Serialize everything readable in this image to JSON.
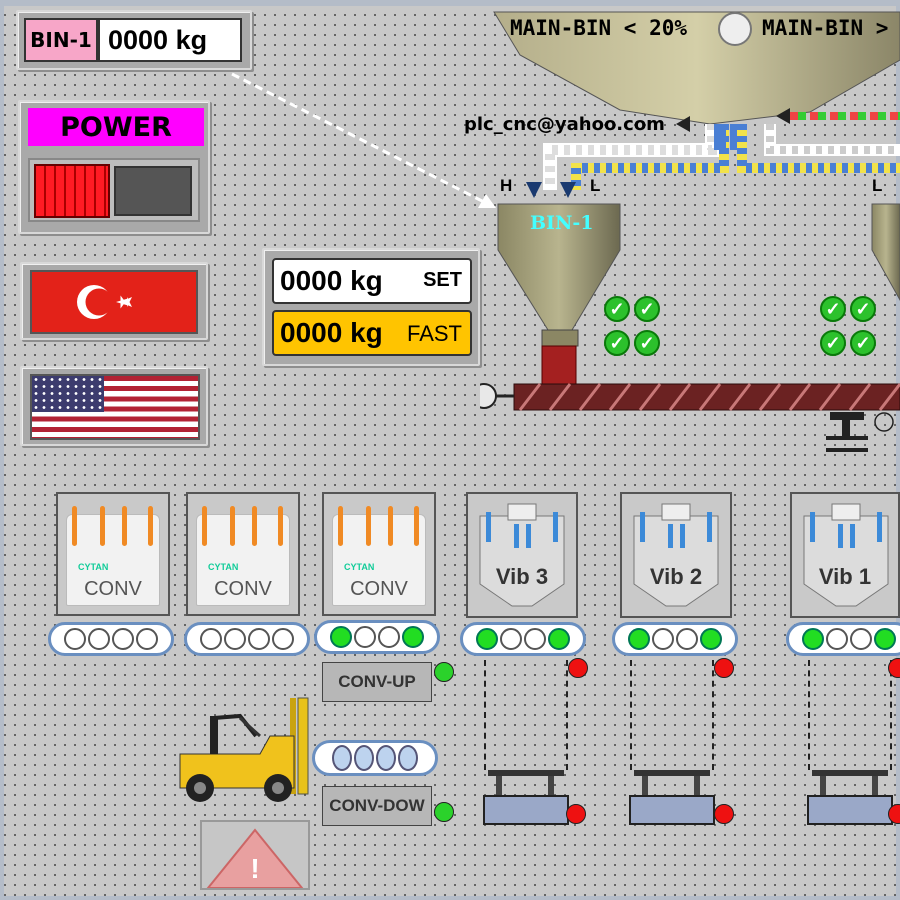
{
  "bin1": {
    "label": "BIN-1",
    "weight": "0000 kg"
  },
  "power": {
    "title": "POWER",
    "state": "off"
  },
  "flags": {
    "turkish": "turkish-flag",
    "us": "us-flag"
  },
  "setpoint": {
    "set_value": "0000 kg",
    "set_tag": "SET",
    "fast_value": "0000 kg",
    "fast_tag": "FAST"
  },
  "main_bin": {
    "low_text": "MAIN-BIN < 20%",
    "high_text": "MAIN-BIN >"
  },
  "contact_email": "plc_cnc@yahoo.com",
  "hopper_labels": {
    "high": "H",
    "low": "L",
    "low_right": "L"
  },
  "hopper_name": "BIN-1",
  "bags": [
    {
      "label": "CONV",
      "logo": "CYTAN",
      "rollers": [
        false,
        false,
        false,
        false
      ]
    },
    {
      "label": "CONV",
      "logo": "CYTAN",
      "rollers": [
        false,
        false,
        false,
        false
      ]
    },
    {
      "label": "CONV",
      "logo": "CYTAN",
      "rollers": [
        true,
        false,
        false,
        true
      ]
    }
  ],
  "vibrators": [
    {
      "label": "Vib 3",
      "rollers": [
        true,
        false,
        false,
        true
      ]
    },
    {
      "label": "Vib 2",
      "rollers": [
        true,
        false,
        false,
        true
      ]
    },
    {
      "label": "Vib 1",
      "rollers": [
        true,
        false,
        false,
        true
      ]
    }
  ],
  "buttons": {
    "conv_up": "CONV-UP",
    "conv_down": "CONV-DOW"
  },
  "colors": {
    "power_title": "#ff00ff",
    "set_box": "#ffffff",
    "fast_box": "#ffc400",
    "bin1_label": "#f7a6c8",
    "led_green": "#2bd22b",
    "led_red": "#ee1111",
    "hopper_text": "#44ffff"
  },
  "icons": {
    "warning": "warning-icon",
    "forklift": "forklift-icon",
    "lamp": "indicator-lamp-icon",
    "scale": "scale-icon"
  }
}
